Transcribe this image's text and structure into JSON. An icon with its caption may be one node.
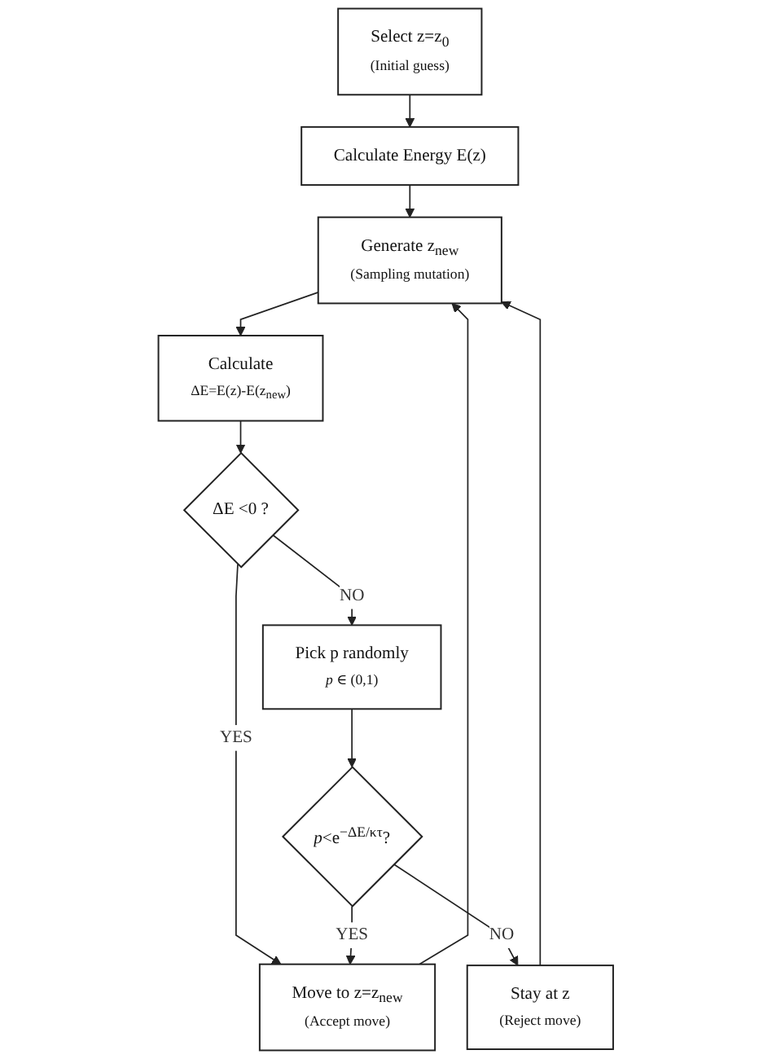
{
  "diagram": {
    "nodes": [
      {
        "text": [
          "Select z=z$_{0}$",
          "(Initial guess)"
        ]
      },
      {
        "text": [
          "Calculate Energy E(z)"
        ]
      },
      {
        "text": [
          "Generate z$_{new}$",
          "(Sampling mutation)"
        ]
      },
      {
        "text": [
          "Calculate",
          "ΔE=E(z)-E(z$_{new}$)"
        ]
      },
      {
        "text": [
          "ΔE <0 ?"
        ]
      },
      {
        "text": [
          "Pick p randomly",
          "*p* ∈ (0,1)"
        ]
      },
      {
        "text": [
          "*p*<e$^{−ΔE/κτ}$?"
        ]
      },
      {
        "text": [
          "Move to z=z$_{new}$",
          "(Accept move)"
        ]
      },
      {
        "text": [
          "Stay at z",
          "(Reject move)"
        ]
      }
    ],
    "edges": [
      {
        "from": 0,
        "to": 1,
        "arrow": "to"
      },
      {
        "from": 1,
        "to": 2,
        "arrow": "to"
      },
      {
        "from": 2,
        "to": 3,
        "arrow": "to"
      },
      {
        "from": 3,
        "to": 4,
        "arrow": "to"
      },
      {
        "from": 4,
        "to": 7,
        "arrow": "to",
        "label": "YES"
      },
      {
        "from": 4,
        "to": 5,
        "arrow": "to",
        "label": "NO"
      },
      {
        "from": 5,
        "to": 6,
        "arrow": "to"
      },
      {
        "from": 6,
        "to": 7,
        "arrow": "to",
        "label": "YES"
      },
      {
        "from": 6,
        "to": 8,
        "arrow": "to",
        "label": "NO"
      },
      {
        "from": 7,
        "to": 2,
        "arrow": "to"
      },
      {
        "from": 8,
        "to": 2,
        "arrow": "to"
      }
    ]
  }
}
